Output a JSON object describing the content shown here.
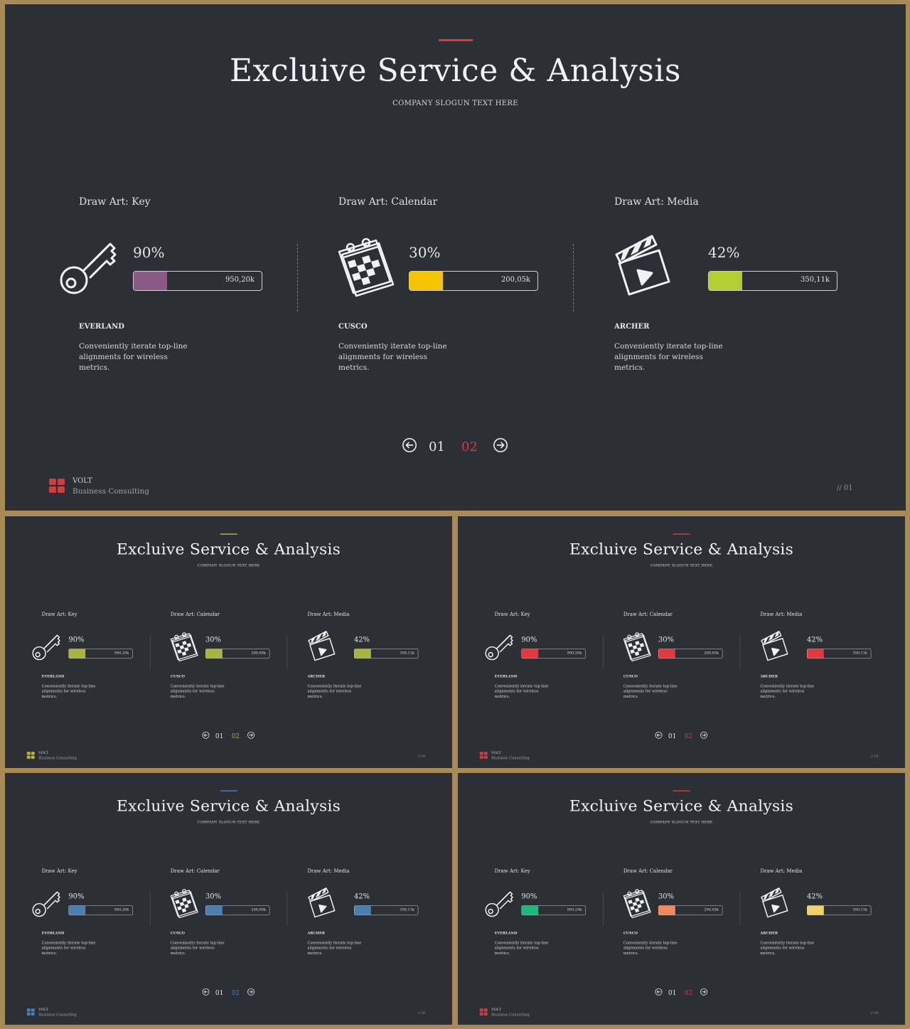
{
  "slide": {
    "title": "Excluive Service & Analysis",
    "slogan": "COMPANY SLOGUN TEXT HERE",
    "items": [
      {
        "label": "Draw Art: Key",
        "icon": "key-icon",
        "percent": "90%",
        "value": "950,20k",
        "fill_percent": 26,
        "name": "EVERLAND",
        "desc": "Conveniently iterate top-line alignments for wireless metrics."
      },
      {
        "label": "Draw Art: Calendar",
        "icon": "calendar-icon",
        "percent": "30%",
        "value": "200,05k",
        "fill_percent": 26,
        "name": "CUSCO",
        "desc": "Conveniently iterate top-line alignments for wireless metrics."
      },
      {
        "label": "Draw Art: Media",
        "icon": "clapperboard-icon",
        "percent": "42%",
        "value": "350,11k",
        "fill_percent": 26,
        "name": "ARCHER",
        "desc": "Conveniently iterate top-line alignments for wireless metrics."
      }
    ],
    "pager": {
      "prev_icon": "arrow-left-circle-icon",
      "page1": "01",
      "page2": "02",
      "next_icon": "arrow-right-circle-icon"
    },
    "brand": {
      "name": "VOLT",
      "sub": "Business  Consulting"
    },
    "page_ref": "// 01"
  },
  "variants": [
    {
      "accent": "#d63a3f",
      "fills": [
        "#8a5a85",
        "#f5c400",
        "#b3cf2f"
      ],
      "pager_active": "#d63a3f",
      "logo": "#d63a3f"
    },
    {
      "accent": "#b3b52f",
      "fills": [
        "#a8b43e",
        "#a8b43e",
        "#a8b43e"
      ],
      "pager_active": "#a8b43e",
      "logo": "#b8b22f"
    },
    {
      "accent": "#d63a3f",
      "fills": [
        "#e0393f",
        "#e0393f",
        "#e0393f"
      ],
      "pager_active": "#d63a3f",
      "logo": "#d63a3f"
    },
    {
      "accent": "#4a7fb0",
      "fills": [
        "#4a7fb0",
        "#4a7fb0",
        "#4a7fb0"
      ],
      "pager_active": "#4a7fb0",
      "logo": "#4a7fb0"
    },
    {
      "accent": "#d63a3f",
      "fills": [
        "#1fb87a",
        "#f08a5a",
        "#efd36a"
      ],
      "pager_active": "#d63a3f",
      "logo": "#d63a3f"
    }
  ]
}
